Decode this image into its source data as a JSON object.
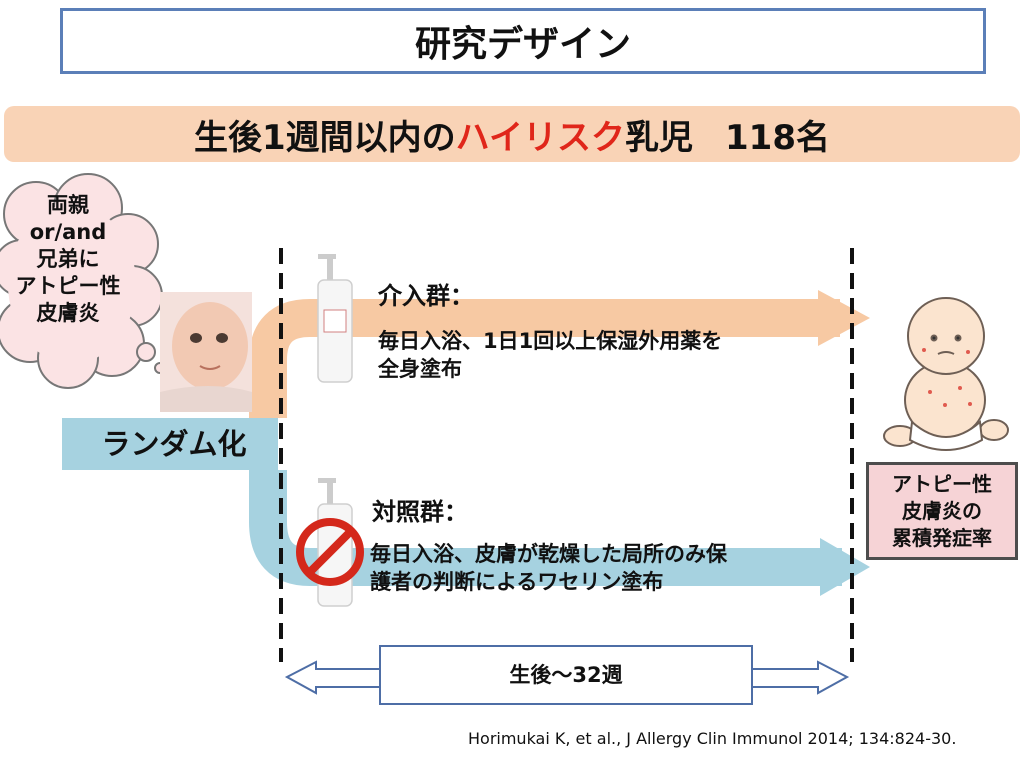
{
  "title": "研究デザイン",
  "banner": {
    "prefix": "生後1週間以内の",
    "highlight": "ハイリスク",
    "suffix": "乳児",
    "count": "118名"
  },
  "cloud": {
    "line1": "両親",
    "line2": "or/and",
    "line3": "兄弟に",
    "line4": "アトピー性",
    "line5": "皮膚炎"
  },
  "randomization": "ランダム化",
  "intervention": {
    "title": "介入群：",
    "line1": "毎日入浴、1日1回以上保湿外用薬を",
    "line2": "全身塗布"
  },
  "control": {
    "title": "対照群：",
    "line1": "毎日入浴、皮膚が乾燥した局所のみ保",
    "line2": "護者の判断によるワセリン塗布"
  },
  "duration": "生後～32週",
  "outcome": {
    "line1": "アトピー性",
    "line2": "皮膚炎の",
    "line3": "累積発症率"
  },
  "citation": "Horimukai K, et al., J Allergy Clin Immunol 2014; 134:824-30.",
  "colors": {
    "intervention_arrow": "#f7c9a3",
    "control_arrow": "#a6d2e0",
    "highlight": "#e0261a",
    "banner_bg": "#f9d3b6",
    "outcome_bg": "#f6d3d6",
    "title_border": "#5b7fb8"
  }
}
